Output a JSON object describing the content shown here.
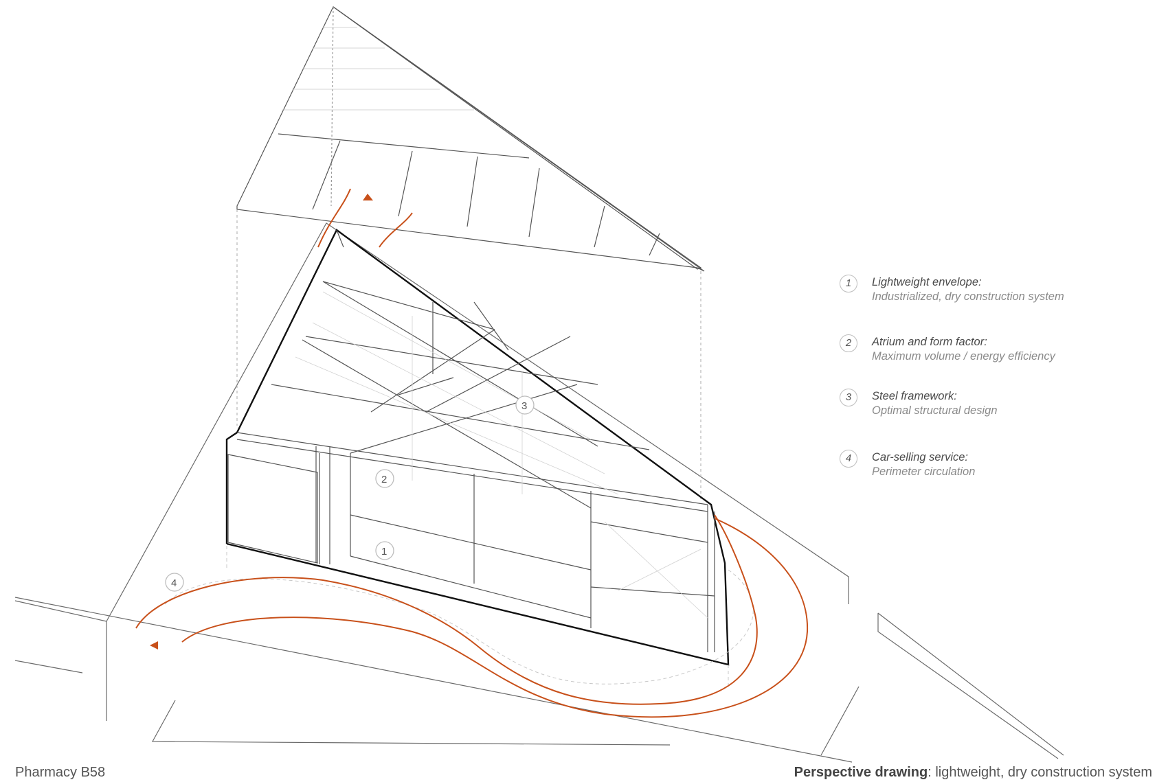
{
  "legend": [
    {
      "num": "1",
      "title": "Lightweight envelope:",
      "desc": "Industrialized, dry construction system"
    },
    {
      "num": "2",
      "title": "Atrium and form factor:",
      "desc": "Maximum volume / energy efficiency"
    },
    {
      "num": "3",
      "title": "Steel framework:",
      "desc": "Optimal structural design"
    },
    {
      "num": "4",
      "title": "Car-selling service:",
      "desc": "Perimeter circulation"
    }
  ],
  "callouts": [
    "1",
    "2",
    "3",
    "4"
  ],
  "footer": {
    "project": "Pharmacy B58",
    "caption_bold": "Perspective drawing",
    "caption_rest": ": lightweight, dry construction system"
  },
  "colors": {
    "line": "#4a4a4a",
    "light_line": "#b8b8b8",
    "accent": "#c8501a",
    "outline": "#111111"
  },
  "icons": [
    "direction-arrow-icon"
  ]
}
